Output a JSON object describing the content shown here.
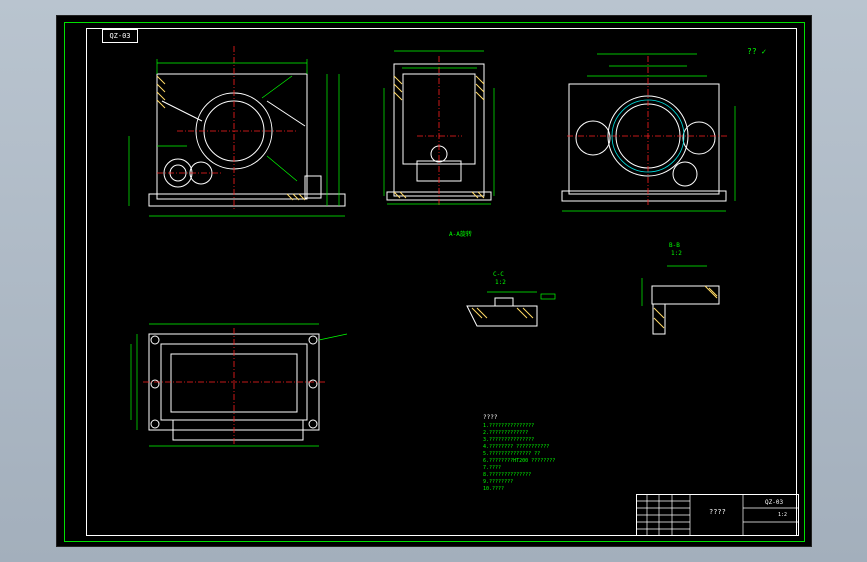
{
  "drawing": {
    "code_tag": "QZ-03",
    "roughness_mark": "?? ✓",
    "front_view_caption": "A-A旋转",
    "section_c": {
      "label": "C-C",
      "scale": "1:2"
    },
    "section_b": {
      "label": "B-B",
      "scale": "1:2"
    }
  },
  "notes": {
    "title": "????",
    "lines": [
      "1.???????????????",
      "2.?????????????",
      "3.???????????????",
      "4.???????? ???????????",
      "5.?????????????? ??",
      "6.????????HT200 ????????",
      "7.????",
      "8.??????????????",
      "9.????????",
      "10.????"
    ]
  },
  "title_block": {
    "part_name": "????",
    "drawing_code": "QZ-03",
    "scale": "1:2"
  },
  "colors": {
    "background": "#000000",
    "dimension": "#00ff00",
    "outline": "#ffffff",
    "centerline": "#ff2020",
    "hatch": "#ffd966",
    "thread": "#00e0e0"
  }
}
